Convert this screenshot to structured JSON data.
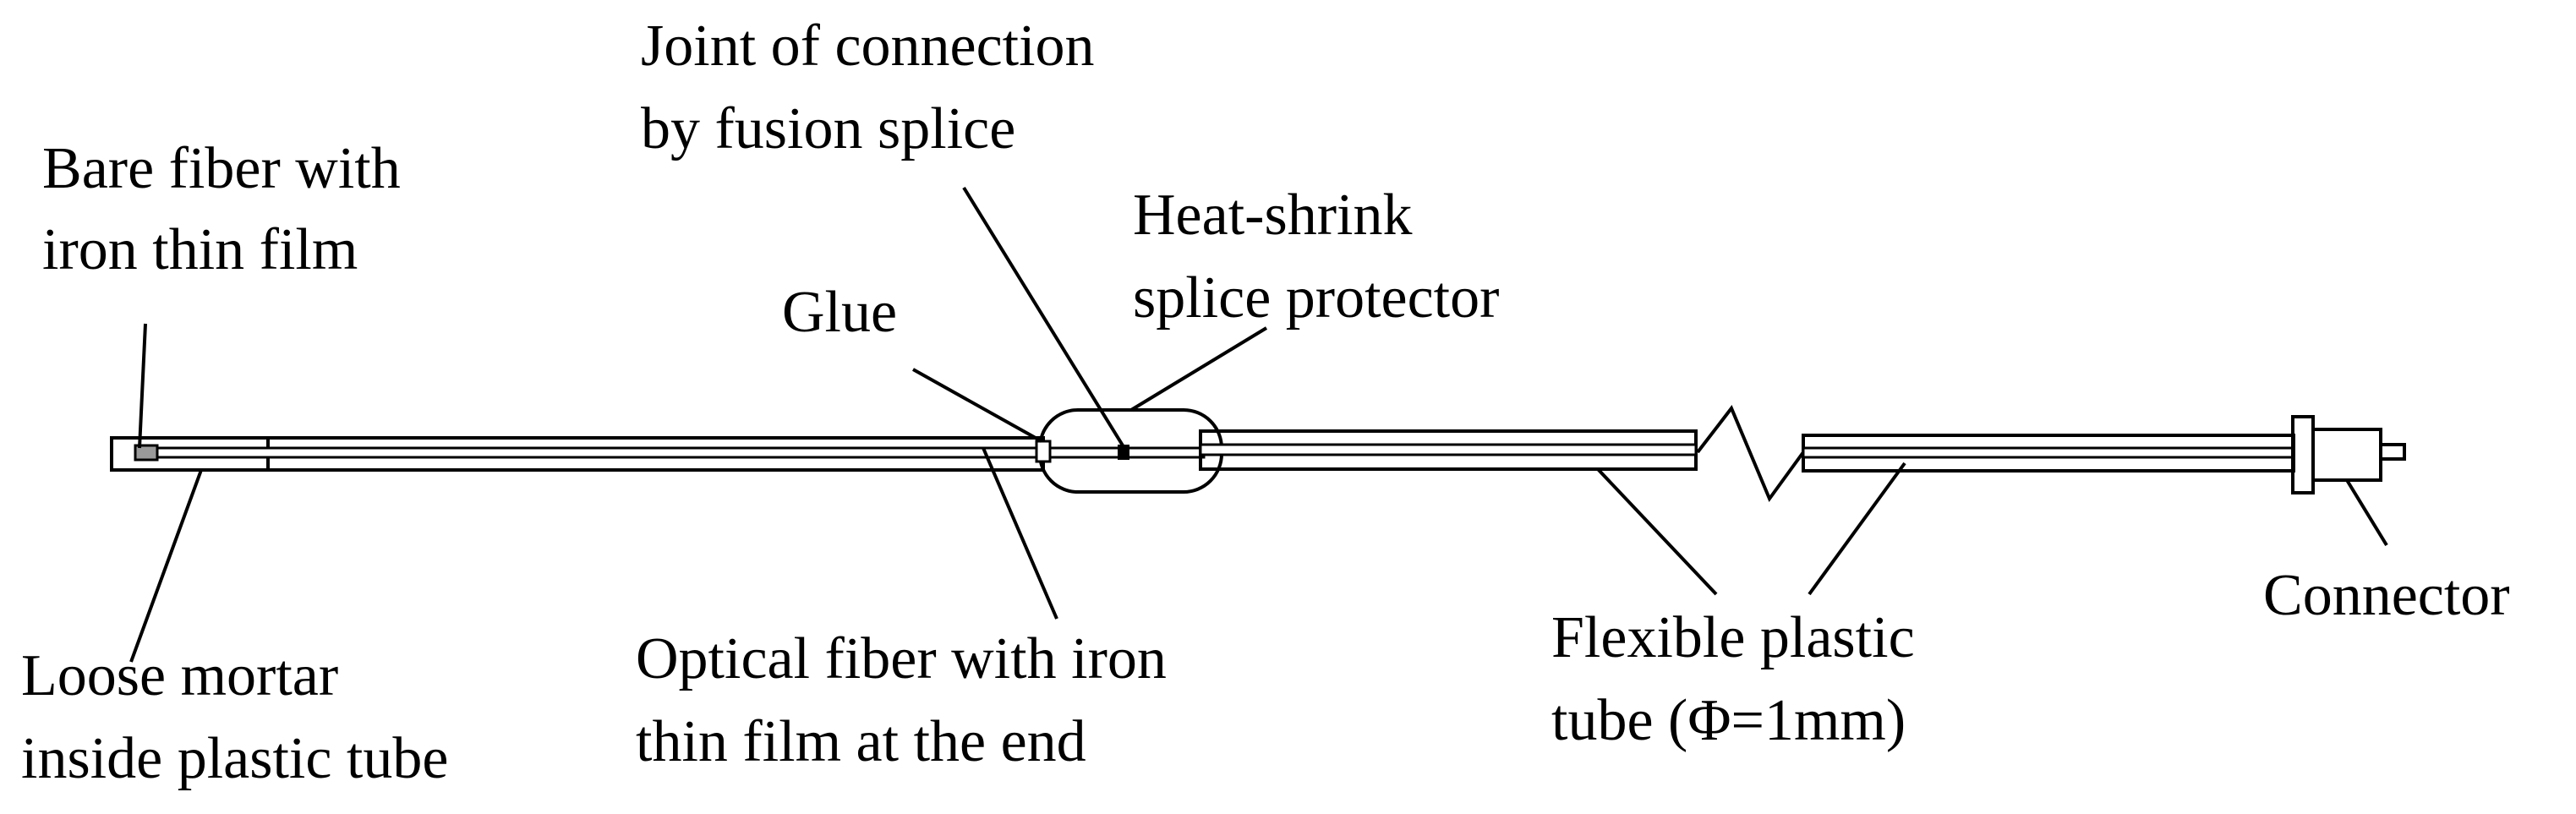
{
  "labels": {
    "bare_fiber": [
      "Bare fiber with",
      "iron thin film"
    ],
    "joint": [
      "Joint of connection",
      "by fusion splice"
    ],
    "heat_shrink": [
      "Heat-shrink",
      "splice protector"
    ],
    "glue": "Glue",
    "loose_mortar": [
      "Loose mortar",
      "inside plastic tube"
    ],
    "optical_fiber": [
      "Optical fiber with iron",
      "thin film at the end"
    ],
    "flexible_tube": [
      "Flexible plastic",
      "tube (Φ=1mm)"
    ],
    "connector": "Connector"
  },
  "colors": {
    "tube_fill": "#fbf6a8",
    "mortar_fill": "#3a3a3a",
    "protector_fill": "#bdbdbd",
    "line": "#000000"
  }
}
